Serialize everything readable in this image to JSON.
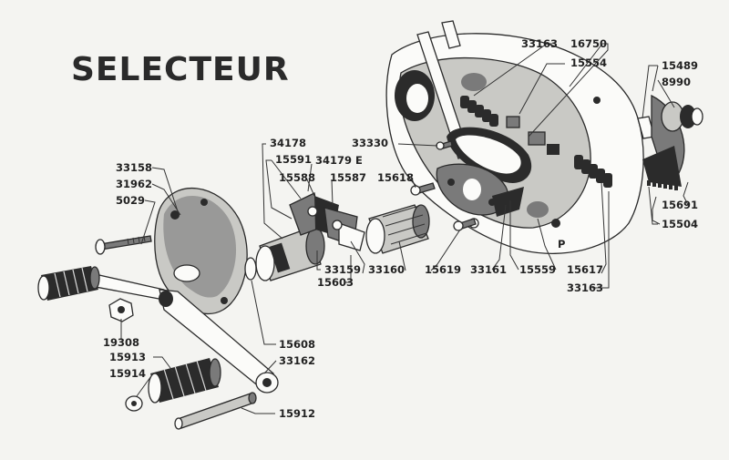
{
  "title": "SELECTEUR",
  "labels": {
    "p33163_top": "33163",
    "p16750": "16750",
    "p15554": "15554",
    "p15489": "15489",
    "p8990": "8990",
    "p33330": "33330",
    "p34178": "34178",
    "p15591": "15591",
    "p34179E": "34179 E",
    "p15588": "15588",
    "p15587": "15587",
    "p15618": "15618",
    "p33158": "33158",
    "p31962": "31962",
    "p5029": "5029",
    "p15691": "15691",
    "p15504": "15504",
    "p33159": "33159",
    "p33160": "33160",
    "p15619": "15619",
    "p33161": "33161",
    "p15559": "15559",
    "p15617": "15617",
    "p33163_bottom": "33163",
    "p15603": "15603",
    "p19308": "19308",
    "p15913": "15913",
    "p15914": "15914",
    "p15608": "15608",
    "p33162": "33162",
    "p15912": "15912"
  }
}
